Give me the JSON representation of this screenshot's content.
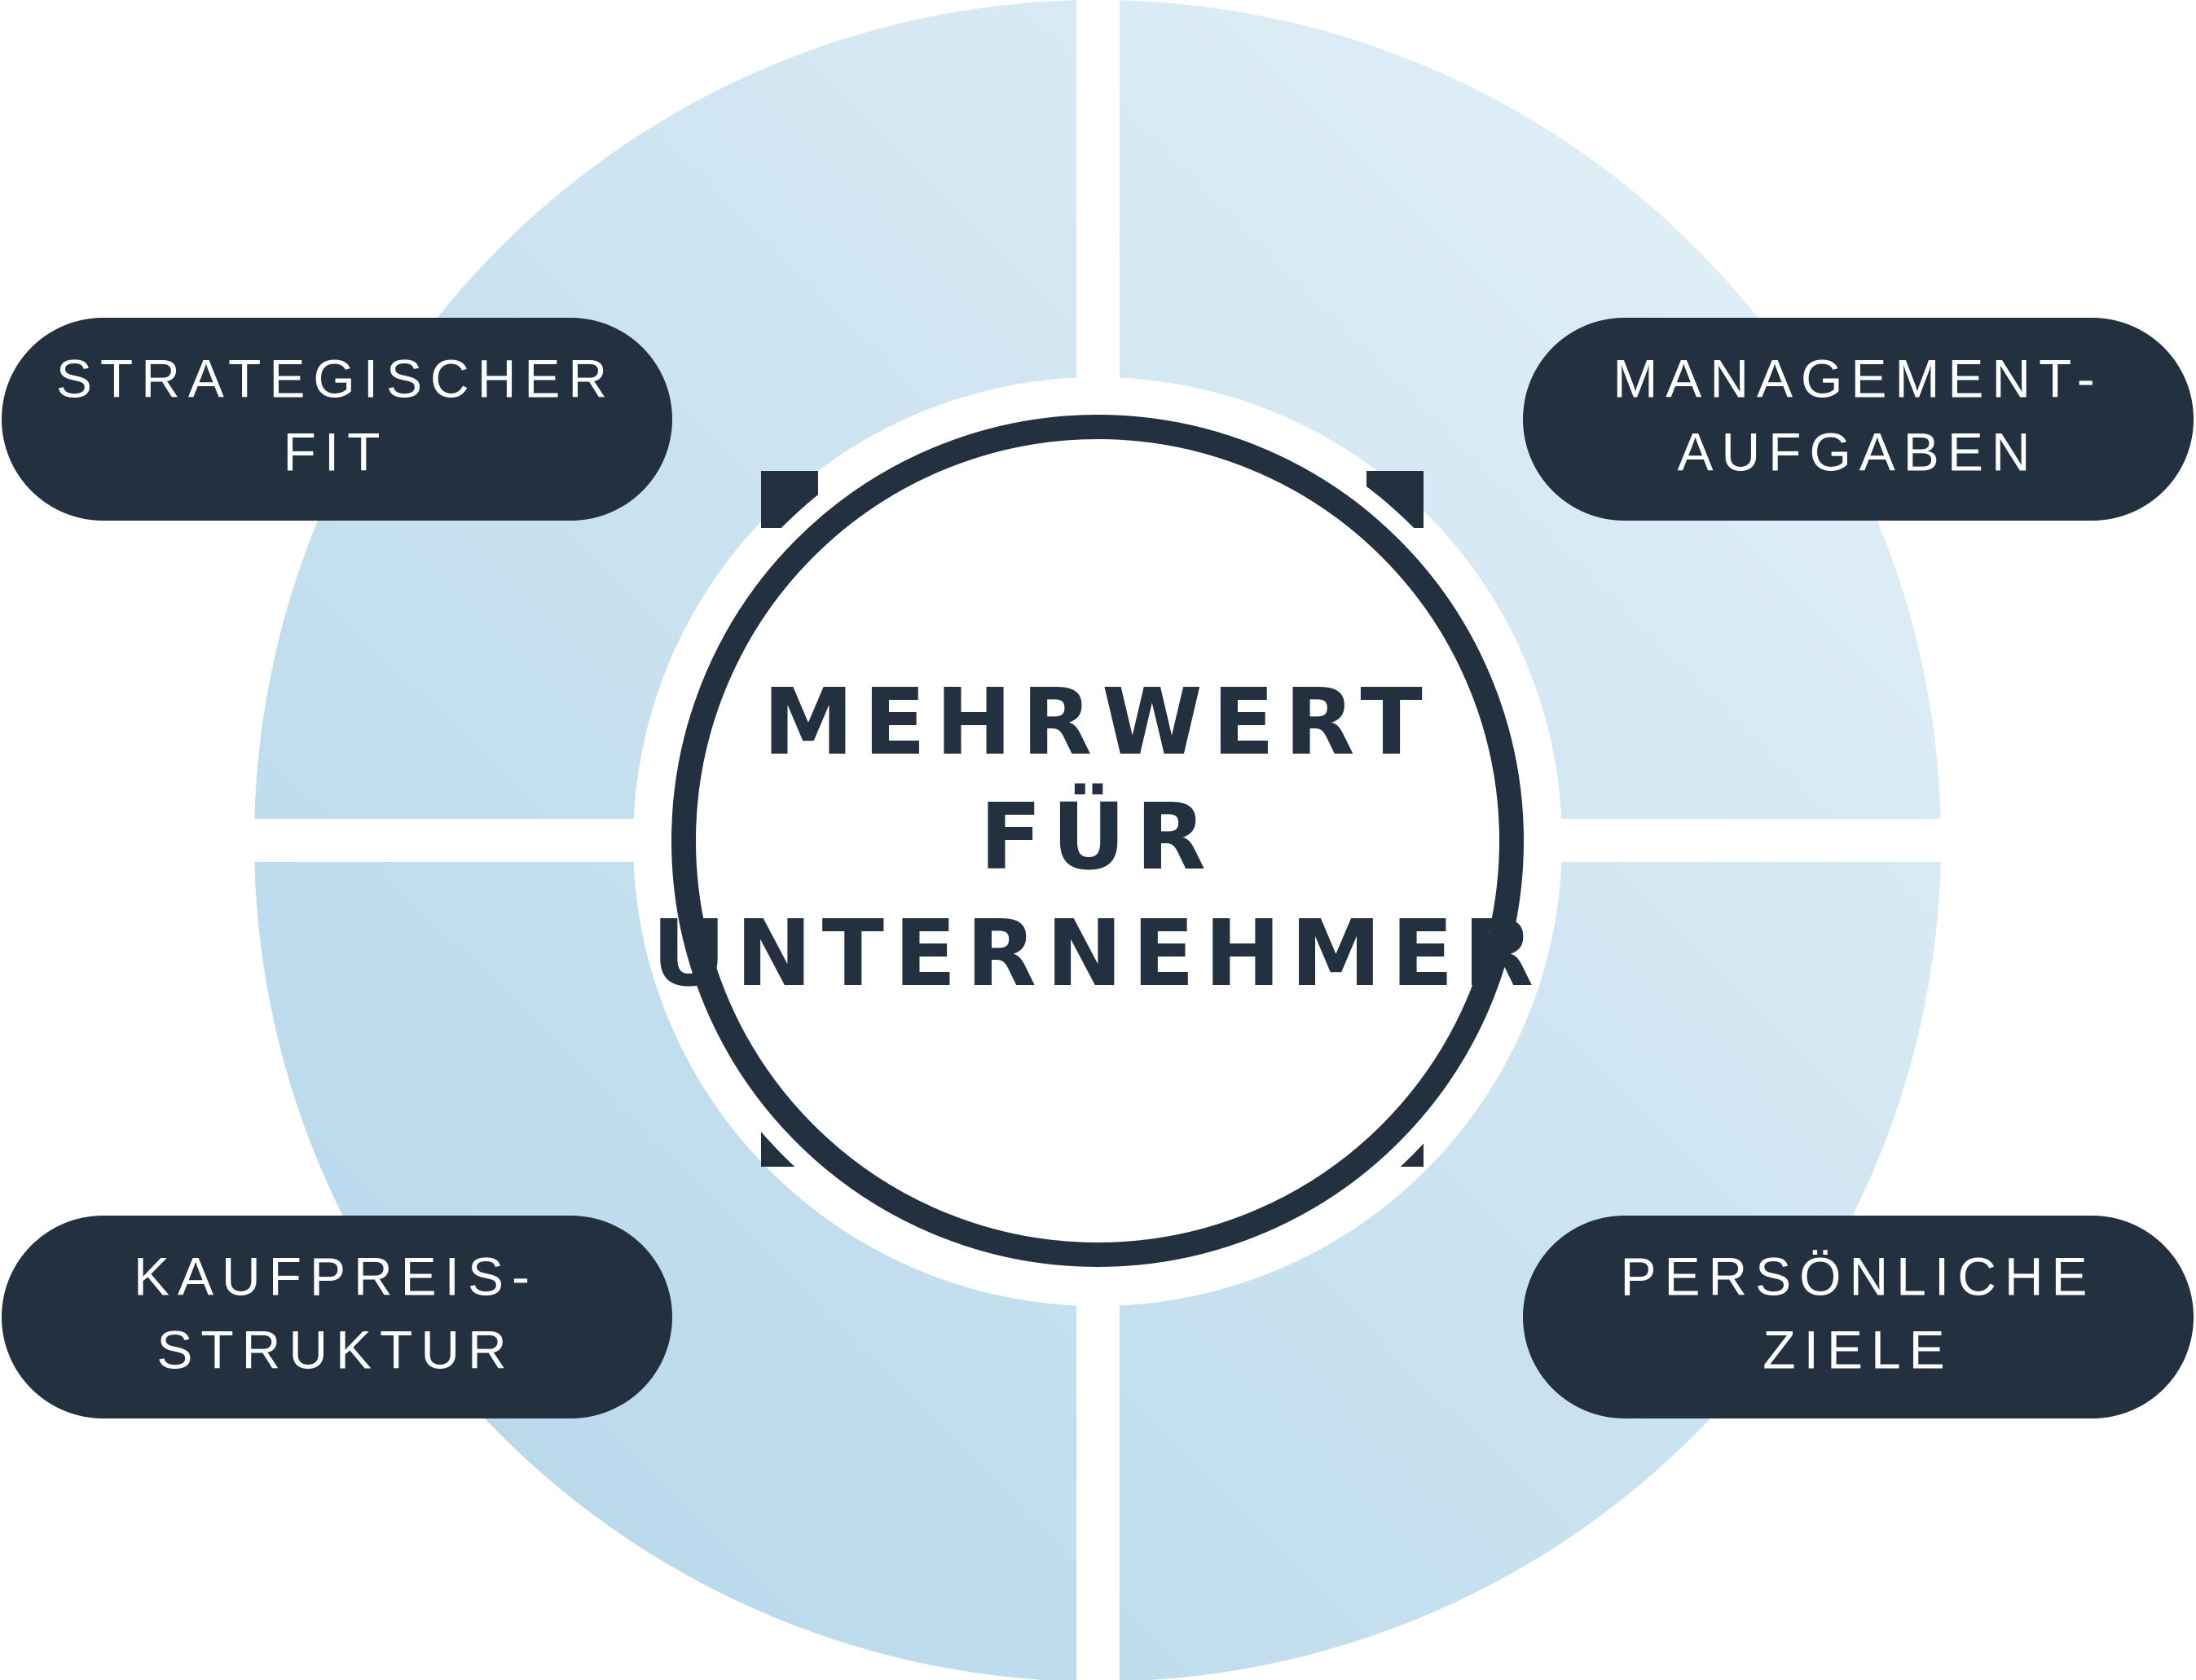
{
  "center": {
    "line1": "MEHRWERT",
    "line2": "FÜR",
    "line3": "UNTERNEHMER"
  },
  "pills": {
    "top_left": {
      "line1": "STRATEGISCHER",
      "line2": "FIT"
    },
    "top_right": {
      "line1": "MANAGEMENT-",
      "line2": "AUFGABEN"
    },
    "bottom_left": {
      "line1": "KAUFPREIS-",
      "line2": "STRUKTUR"
    },
    "bottom_right": {
      "line1": "PERSÖNLICHE",
      "line2": "ZIELE"
    }
  },
  "colors": {
    "dark": "#223040",
    "ring_light": "#e2f0f8",
    "ring_mid": "#cbe3f0",
    "ring_deep": "#b5d8ec",
    "center_fill": "#ffffff",
    "pill_text": "#ffffff"
  }
}
